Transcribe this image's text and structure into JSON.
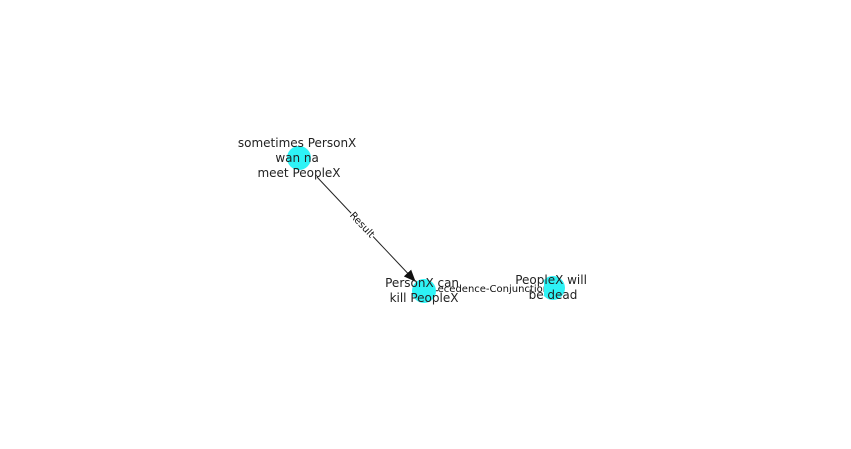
{
  "colors": {
    "node_fill": "#2ef3f6",
    "edge_stroke": "#222222",
    "background": "#ffffff"
  },
  "nodes": [
    {
      "id": "n1",
      "lines": [
        "sometimes PersonX",
        "wan na",
        "meet PeopleX"
      ]
    },
    {
      "id": "n2",
      "lines": [
        "PersonX can",
        "kill PeopleX"
      ]
    },
    {
      "id": "n3",
      "lines": [
        "PeopleX will",
        "be dead"
      ]
    }
  ],
  "edges": [
    {
      "id": "e1",
      "source": "n1",
      "target": "n2",
      "label": "Result",
      "directed": true
    },
    {
      "id": "e2",
      "source": "n2",
      "target": "n3",
      "label": "Precedence-Conjunction",
      "directed": false
    }
  ]
}
